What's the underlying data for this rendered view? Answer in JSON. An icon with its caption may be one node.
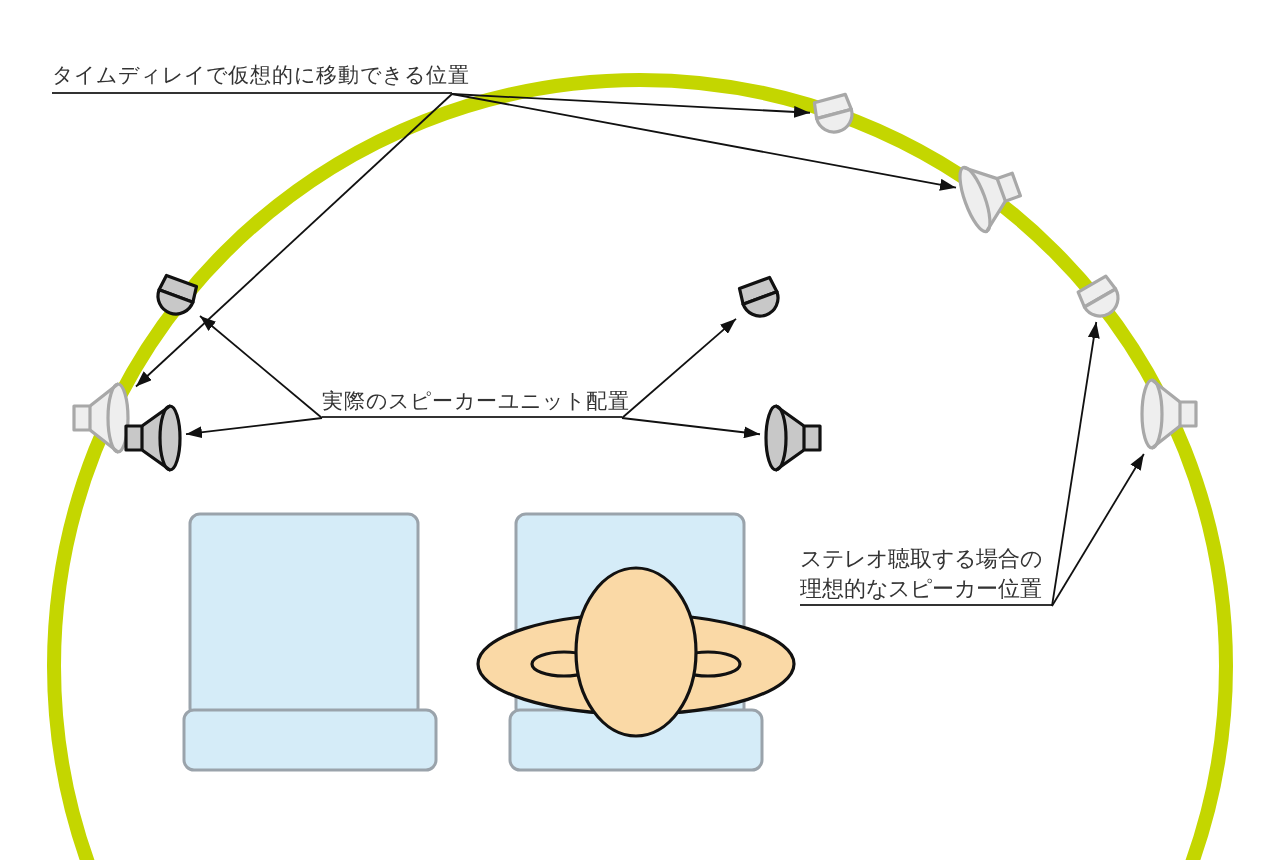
{
  "diagram": {
    "nodes": [
      {
        "text": [
          "タイムディレイで仮想的に移動できる位置"
        ]
      },
      {
        "text": [
          "実際のスピーカーユニット配置"
        ]
      },
      {
        "text": [
          "ステレオ聴取する場合の理想的なスピーカー位置"
        ]
      },
      {
        "text": [],
        "shape": "picture"
      },
      {
        "text": [],
        "shape": "picture"
      },
      {
        "text": [],
        "shape": "picture"
      },
      {
        "text": [],
        "shape": "picture"
      },
      {
        "text": [],
        "shape": "picture"
      },
      {
        "text": [],
        "shape": "picture"
      },
      {
        "text": [],
        "shape": "picture"
      },
      {
        "text": [],
        "shape": "picture"
      },
      {
        "text": [],
        "shape": "picture"
      }
    ],
    "edges": [
      {
        "from": 0,
        "to": 8,
        "arrow": "to"
      },
      {
        "from": 0,
        "to": 9,
        "arrow": "to"
      },
      {
        "from": 0,
        "to": 3,
        "arrow": "to"
      },
      {
        "from": 1,
        "to": 5,
        "arrow": "to"
      },
      {
        "from": 1,
        "to": 4,
        "arrow": "to"
      },
      {
        "from": 1,
        "to": 6,
        "arrow": "to"
      },
      {
        "from": 1,
        "to": 7,
        "arrow": "to"
      },
      {
        "from": 2,
        "to": 10,
        "arrow": "to"
      },
      {
        "from": 2,
        "to": 11,
        "arrow": "to"
      }
    ]
  }
}
